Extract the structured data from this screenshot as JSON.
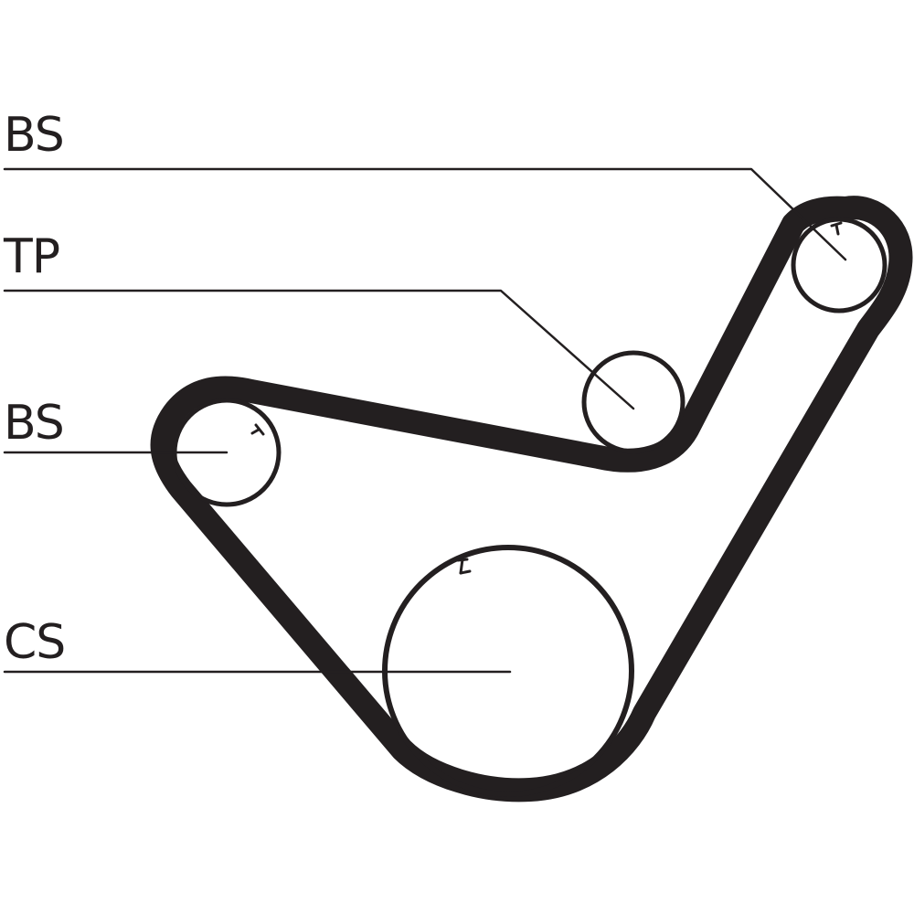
{
  "labels": {
    "bs_top": "BS",
    "tp": "TP",
    "bs_left": "BS",
    "cs": "CS"
  },
  "colors": {
    "ink": "#231f20",
    "background": "#ffffff"
  }
}
